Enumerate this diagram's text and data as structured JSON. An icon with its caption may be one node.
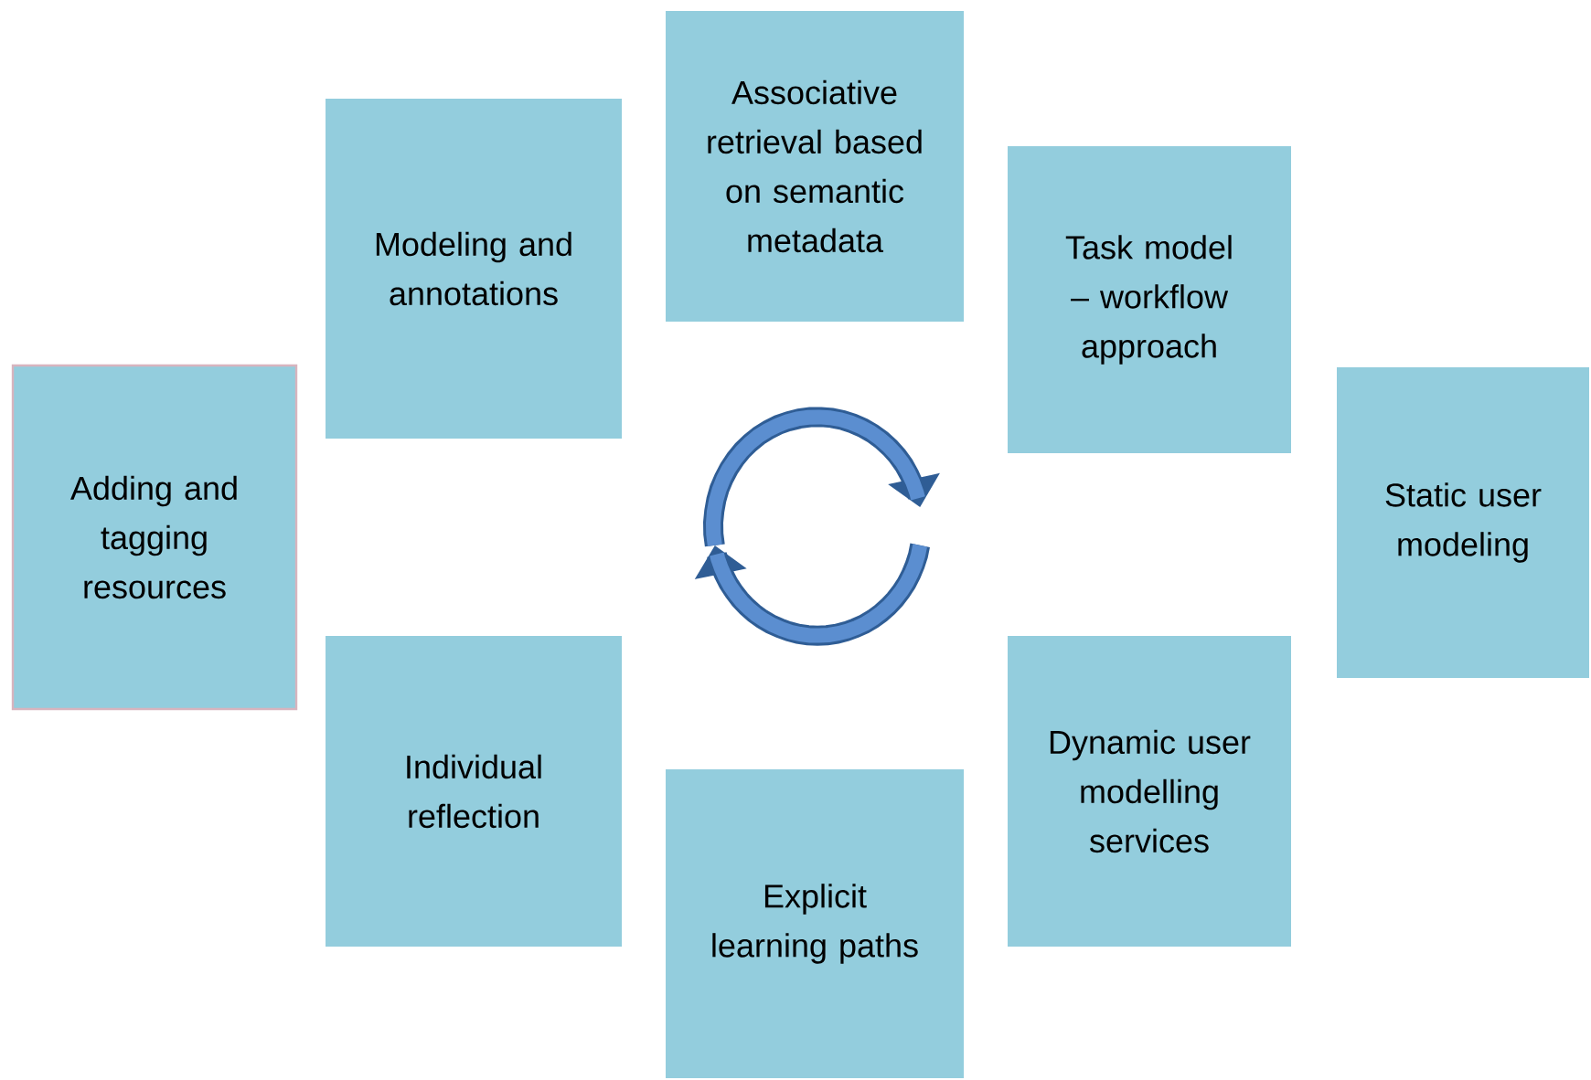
{
  "diagram": {
    "nodes": [
      {
        "text": [
          "Adding and tagging resources"
        ]
      },
      {
        "text": [
          "Modeling and annotations"
        ]
      },
      {
        "text": [
          "Associative retrieval based on semantic metadata"
        ]
      },
      {
        "text": [
          "Task model – workflow approach"
        ]
      },
      {
        "text": [
          "Static user modeling"
        ]
      },
      {
        "text": [
          "Dynamic user modelling services"
        ]
      },
      {
        "text": [
          "Explicit learning paths"
        ]
      },
      {
        "text": [
          "Individual reflection"
        ]
      }
    ]
  }
}
